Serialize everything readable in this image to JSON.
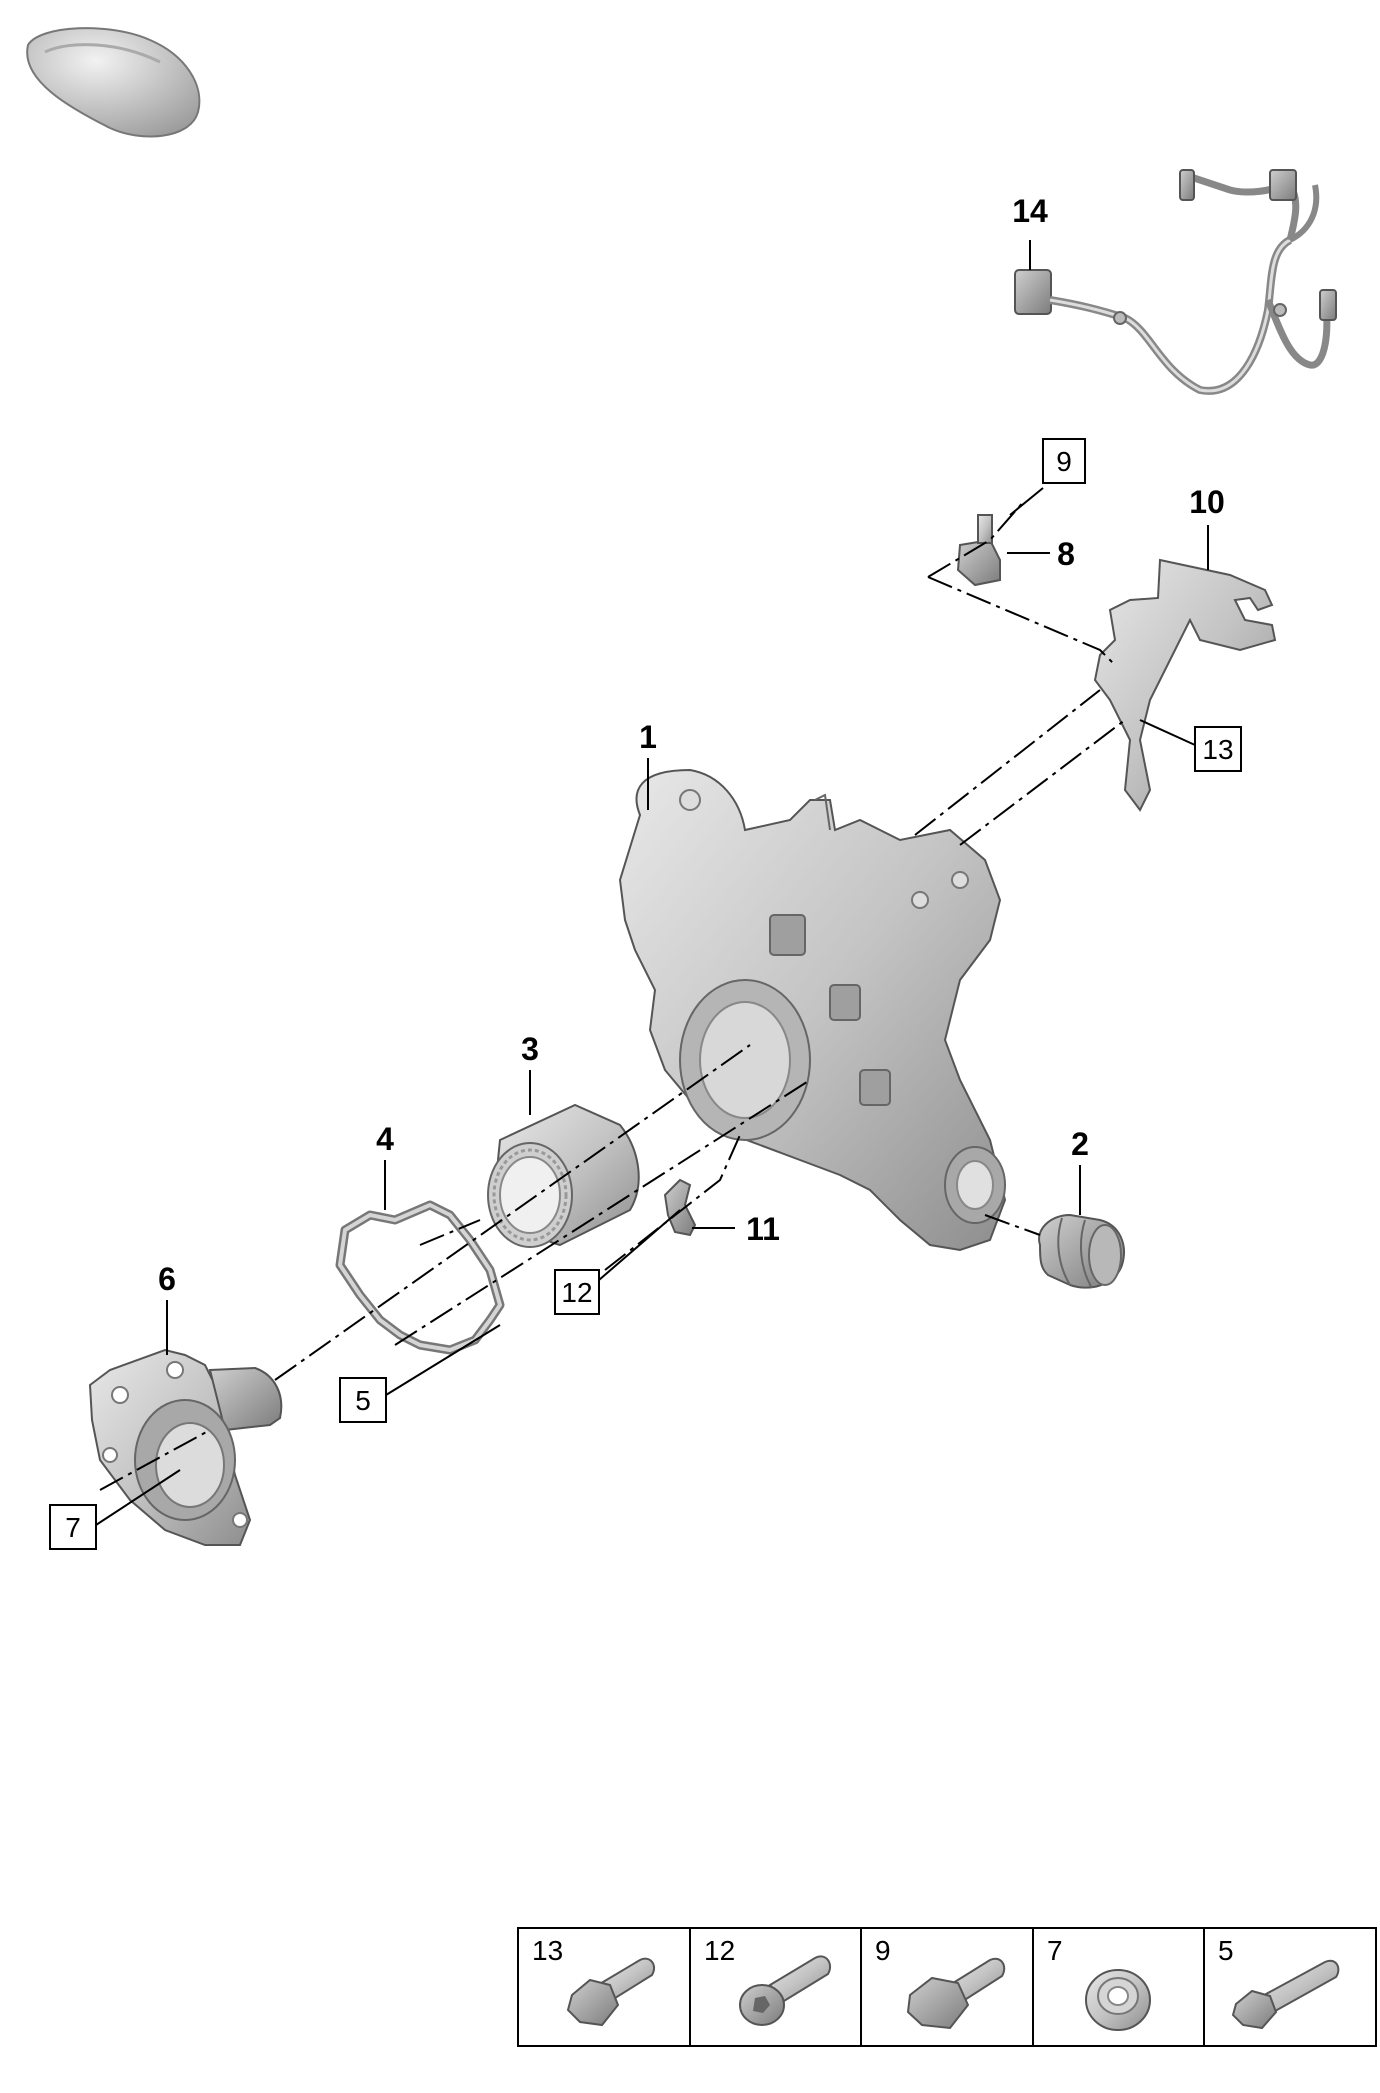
{
  "callouts": {
    "knuckle": "1",
    "bushing": "2",
    "bearing": "3",
    "gasket": "4",
    "bolt_5": "5",
    "hub": "6",
    "nut_7": "7",
    "sensor": "8",
    "bolt_9": "9",
    "bracket": "10",
    "clip": "11",
    "bolt_12": "12",
    "bolt_13": "13",
    "harness": "14"
  },
  "legend": {
    "cells": [
      {
        "number": "13",
        "part": "bolt-flange-hex"
      },
      {
        "number": "12",
        "part": "bolt-socket-head"
      },
      {
        "number": "9",
        "part": "bolt-hex-large"
      },
      {
        "number": "7",
        "part": "nut-collar"
      },
      {
        "number": "5",
        "part": "bolt-long-hex"
      }
    ]
  },
  "colors": {
    "part_fill": "#c8c8c8",
    "part_shadow": "#9a9a9a",
    "part_light": "#e6e6e6",
    "line": "#000000"
  }
}
